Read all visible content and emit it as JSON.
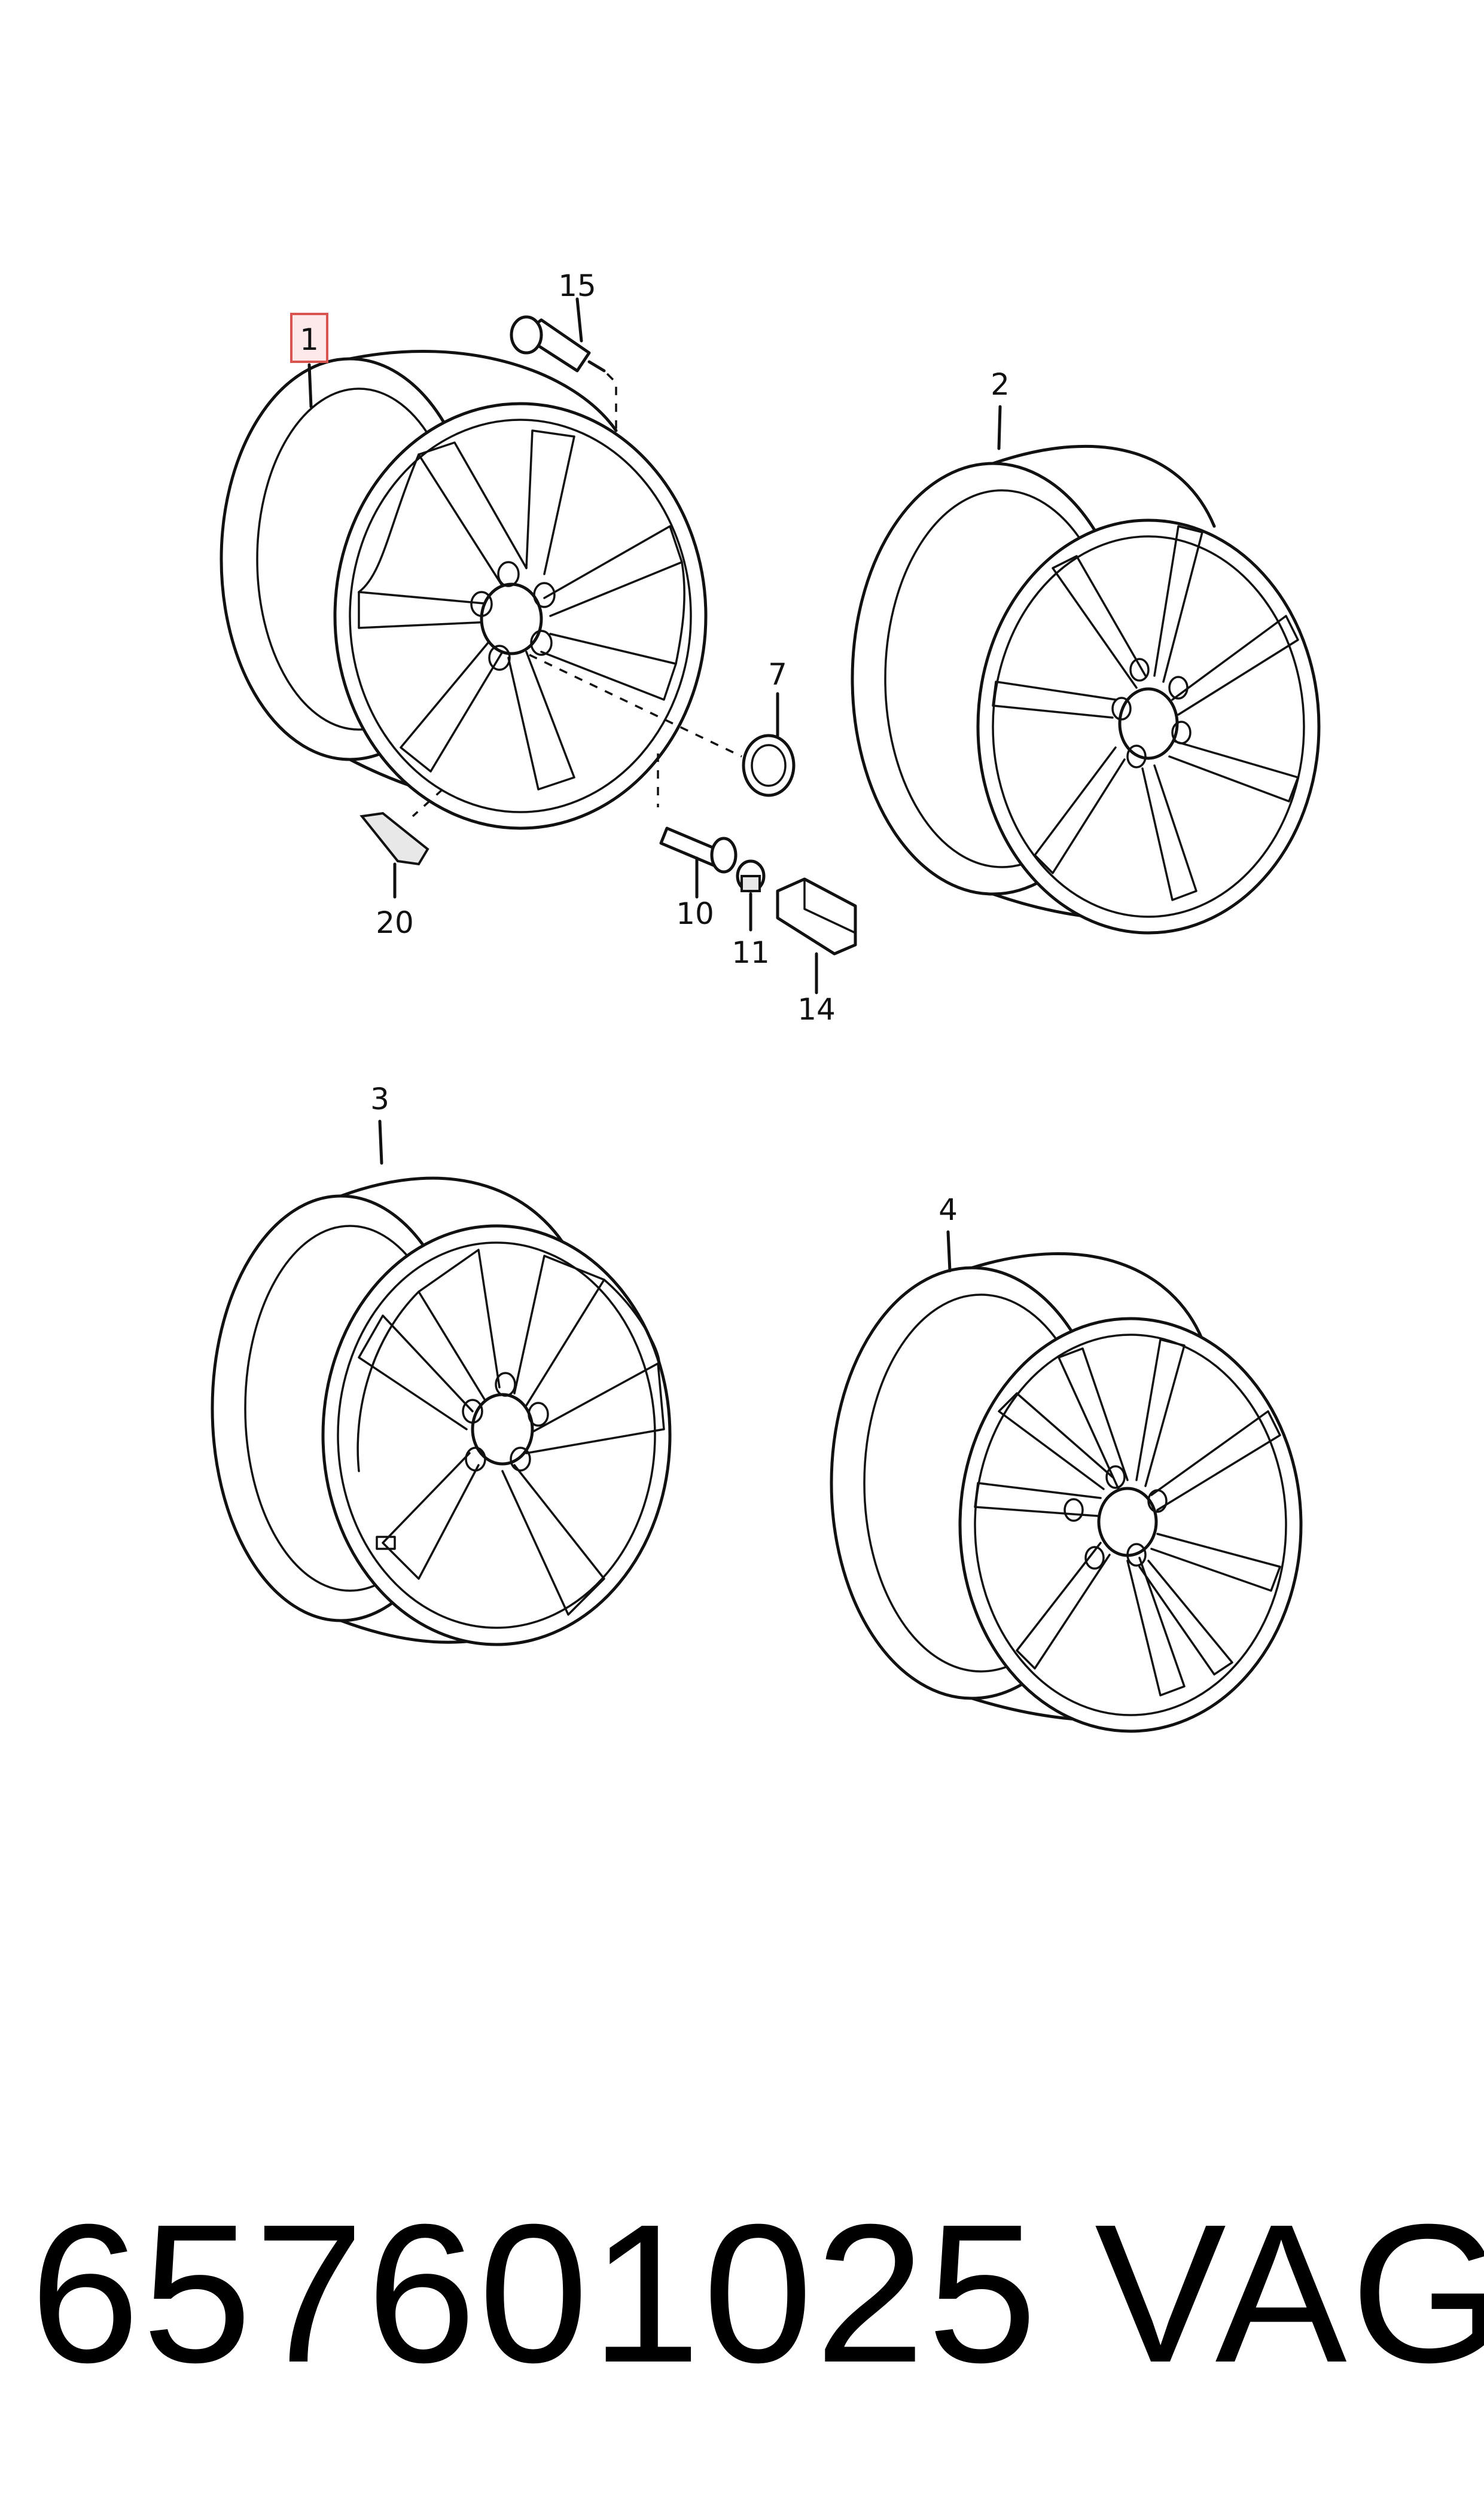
{
  "callouts": {
    "c1": "1",
    "c2": "2",
    "c3": "3",
    "c4": "4",
    "c7": "7",
    "c10": "10",
    "c11": "11",
    "c14": "14",
    "c15": "15",
    "c20": "20"
  },
  "footer": {
    "part_number": "657601025",
    "brand": "VAG"
  },
  "colors": {
    "line": "#111111",
    "highlight_fill": "#fde9ea",
    "highlight_border": "#d9534f"
  }
}
